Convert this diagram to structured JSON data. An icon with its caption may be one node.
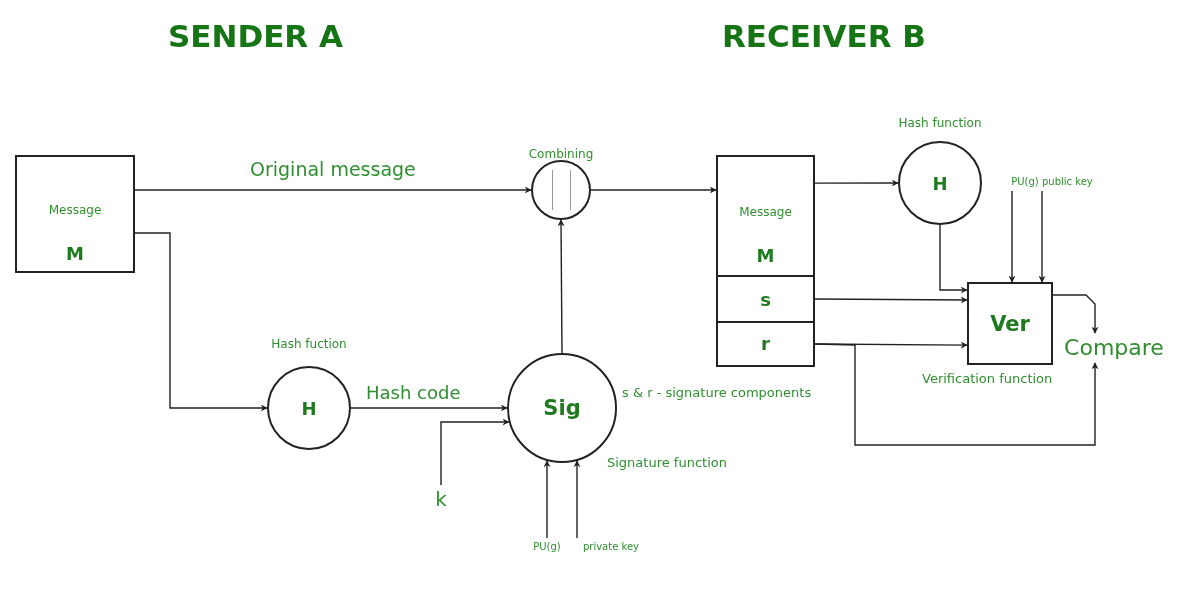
{
  "diagram": {
    "nodes": [
      {
        "text": [
          "Message",
          "M"
        ]
      },
      {
        "text": [
          "Combining"
        ]
      },
      {
        "text": [
          "Hash fuction",
          "H"
        ]
      },
      {
        "text": [
          "Sig"
        ],
        "beside": [
          "Signature function"
        ]
      },
      {
        "text": [
          "k"
        ]
      },
      {
        "text": [
          "PU(g)"
        ]
      },
      {
        "text": [
          "private key"
        ]
      },
      {
        "text": [
          "Message",
          "M"
        ]
      },
      {
        "text": [
          "s"
        ]
      },
      {
        "text": [
          "r"
        ]
      },
      {
        "text": [
          "Hash function",
          "H"
        ]
      },
      {
        "text": [
          "PU(g) public key"
        ]
      },
      {
        "text": [
          "Ver"
        ],
        "beside": [
          "Verification function"
        ]
      },
      {
        "text": [
          "Compare"
        ]
      }
    ],
    "edges": [
      {
        "from": 0,
        "to": 1,
        "arrow": "to",
        "label": "Original message"
      },
      {
        "from": 0,
        "to": 2,
        "arrow": "to"
      },
      {
        "from": 2,
        "to": 3,
        "arrow": "to",
        "label": "Hash code"
      },
      {
        "from": 4,
        "to": 3,
        "arrow": "to"
      },
      {
        "from": 5,
        "to": 3,
        "arrow": "to"
      },
      {
        "from": 6,
        "to": 3,
        "arrow": "to"
      },
      {
        "from": 3,
        "to": 1,
        "arrow": "to"
      },
      {
        "from": 1,
        "to": 7,
        "arrow": "to"
      },
      {
        "from": 7,
        "to": 10,
        "arrow": "to"
      },
      {
        "from": 10,
        "to": 12,
        "arrow": "to"
      },
      {
        "from": 11,
        "to": 12,
        "arrow": "to"
      },
      {
        "from": 11,
        "to": 12,
        "arrow": "to"
      },
      {
        "from": 8,
        "to": 12,
        "arrow": "to"
      },
      {
        "from": 9,
        "to": 12,
        "arrow": "to"
      },
      {
        "from": 12,
        "to": 13,
        "arrow": "to"
      },
      {
        "from": 9,
        "to": 13,
        "arrow": "to"
      }
    ],
    "labels": [
      "SENDER A",
      "RECEIVER B",
      "s & r - signature components"
    ]
  }
}
